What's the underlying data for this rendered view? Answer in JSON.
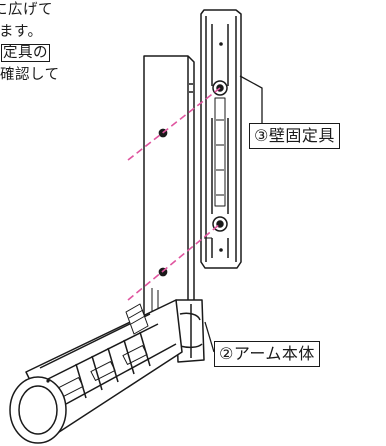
{
  "intro_lines": [
    "に広げて",
    "ます。",
    "定具の",
    "確認して"
  ],
  "labels": {
    "wall_bracket": "③壁固定具",
    "arm_body": "②アーム本体"
  }
}
